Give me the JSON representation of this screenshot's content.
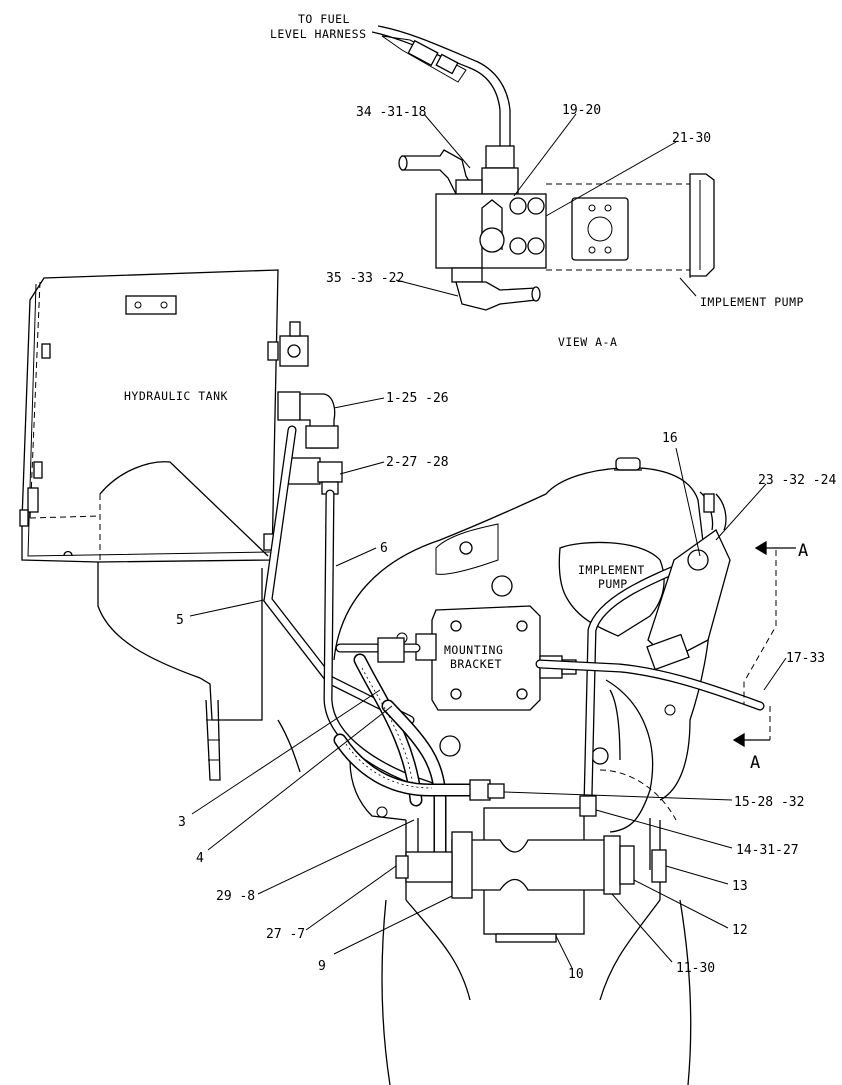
{
  "diagram": {
    "top_note": [
      "TO FUEL",
      "LEVEL HARNESS"
    ],
    "view_label": "VIEW A-A",
    "section_marker": "A",
    "components": {
      "hydraulic_tank": "HYDRAULIC TANK",
      "implement_pump_view": "IMPLEMENT PUMP",
      "implement_pump_main": [
        "IMPLEMENT",
        "PUMP"
      ],
      "mounting_bracket": [
        "MOUNTING",
        "BRACKET"
      ]
    },
    "callouts": [
      "34 -31-18",
      "19-20",
      "21-30",
      "35 -33 -22",
      "1-25 -26",
      "2-27 -28",
      "16",
      "23 -32 -24",
      "6",
      "5",
      "17-33",
      "15-28 -32",
      "14-31-27",
      "13",
      "12",
      "11-30",
      "10",
      "9",
      "27 -7",
      "29 -8",
      "4",
      "3"
    ]
  }
}
